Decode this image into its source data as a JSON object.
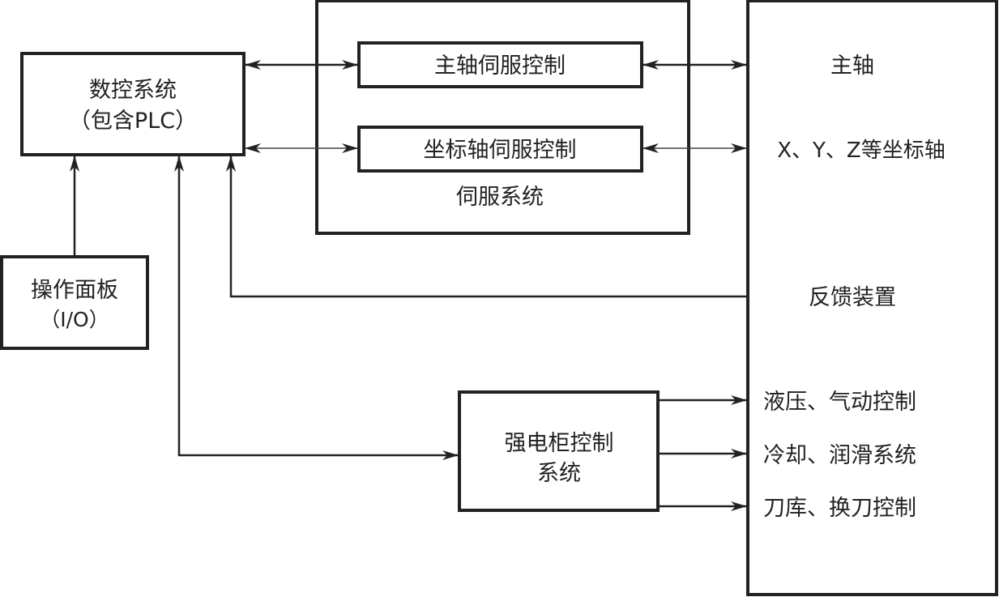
{
  "colors": {
    "stroke": "#222222",
    "background": "#ffffff",
    "text": "#222222"
  },
  "nodes": {
    "cnc": {
      "line1": "数控系统",
      "line2": "（包含PLC）"
    },
    "panel": {
      "line1": "操作面板",
      "line2": "（I/O）"
    },
    "servo_system": {
      "label": "伺服系统"
    },
    "spindle_servo": {
      "label": "主轴伺服控制"
    },
    "axis_servo": {
      "label": "坐标轴伺服控制"
    },
    "cabinet": {
      "line1": "强电柜控制",
      "line2": "系统"
    },
    "machine": {
      "spindle": "主轴",
      "axes": "X、Y、Z等坐标轴",
      "feedback": "反馈装置",
      "hydraulic": "液压、气动控制",
      "cooling": "冷却、润滑系统",
      "tool": "刀库、换刀控制"
    }
  },
  "edges": [
    {
      "from": "cnc",
      "to": "spindle_servo",
      "direction": "both"
    },
    {
      "from": "cnc",
      "to": "axis_servo",
      "direction": "both"
    },
    {
      "from": "spindle_servo",
      "to": "machine.spindle",
      "direction": "both"
    },
    {
      "from": "axis_servo",
      "to": "machine.axes",
      "direction": "both"
    },
    {
      "from": "panel",
      "to": "cnc",
      "direction": "forward"
    },
    {
      "from": "machine.feedback",
      "to": "cnc",
      "direction": "forward"
    },
    {
      "from": "cnc",
      "to": "cabinet",
      "direction": "both"
    },
    {
      "from": "cabinet",
      "to": "machine.hydraulic",
      "direction": "forward"
    },
    {
      "from": "cabinet",
      "to": "machine.cooling",
      "direction": "forward"
    },
    {
      "from": "cabinet",
      "to": "machine.tool",
      "direction": "forward"
    }
  ]
}
